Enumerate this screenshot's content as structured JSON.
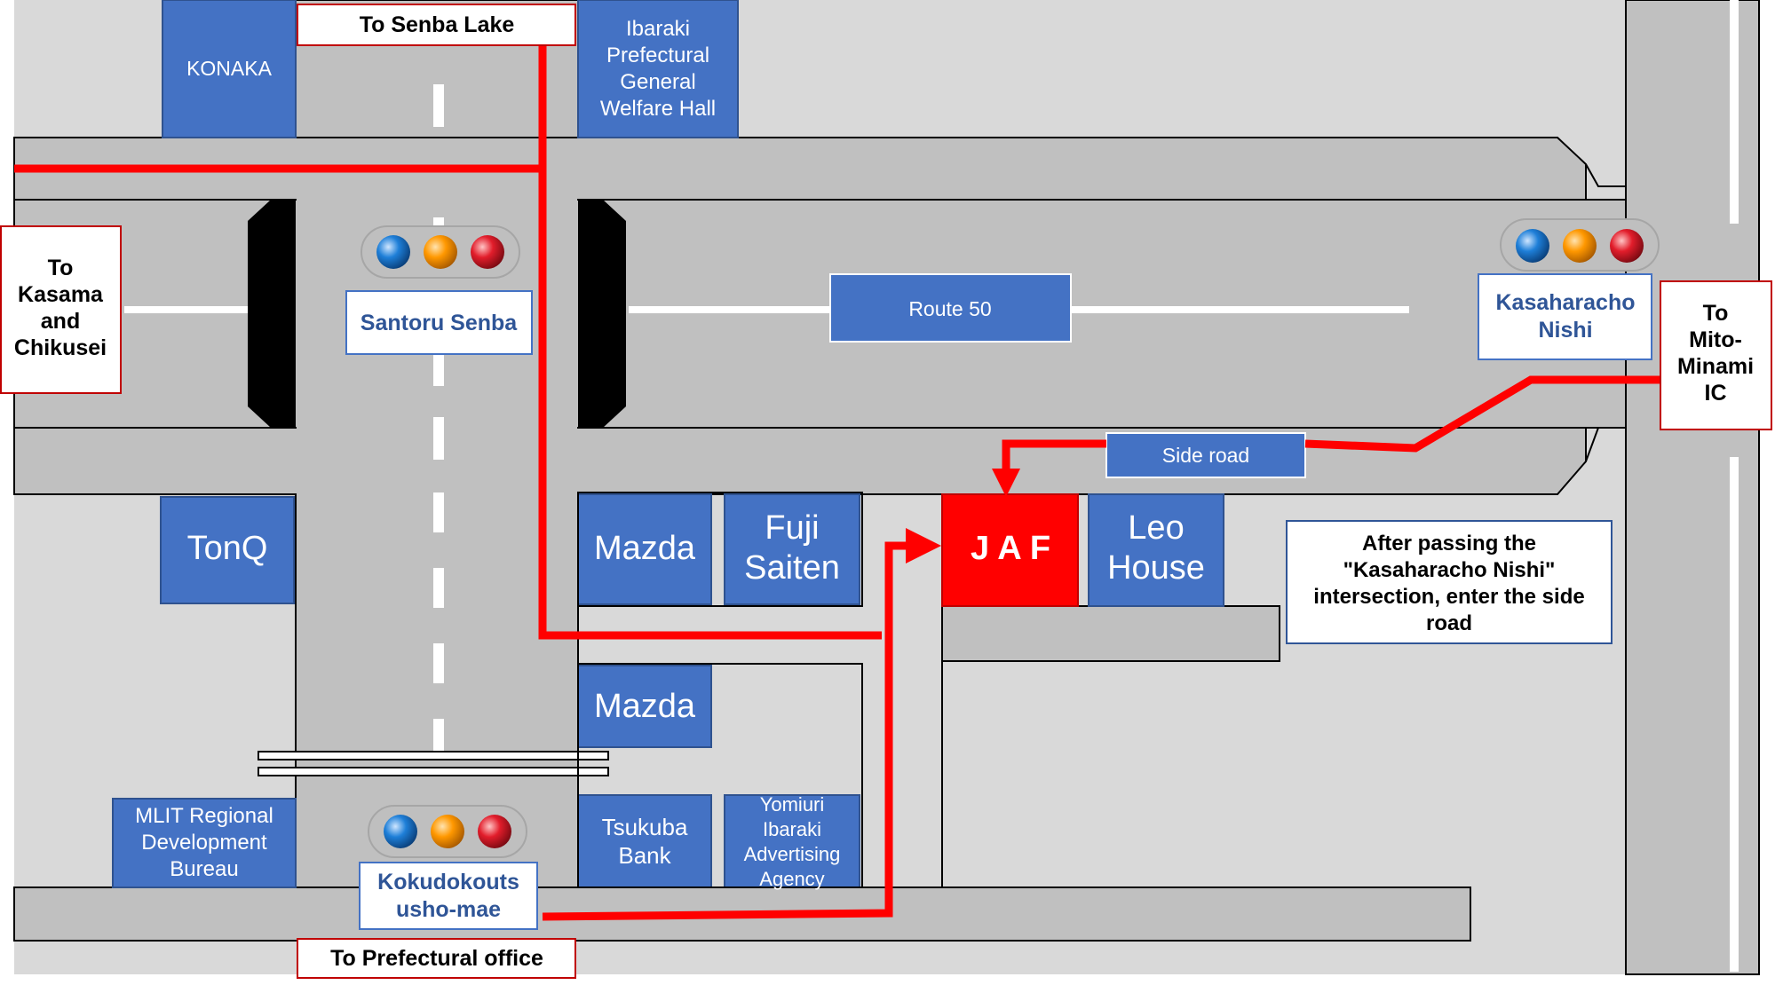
{
  "directions": {
    "north": "To Senba Lake",
    "west": "To Kasama and Chikusei",
    "east": "To Mito-Minami IC",
    "south": "To Prefectural office"
  },
  "roads": {
    "main": "Route 50",
    "side": "Side road"
  },
  "intersections": {
    "north_west": "Santoru Senba",
    "east": "Kasaharacho Nishi",
    "south": "Kokudokoutsusho-mae"
  },
  "buildings": {
    "konaka": "KONAKA",
    "welfare": "Ibaraki Prefectural General Welfare Hall",
    "tonq": "TonQ",
    "mazda_top": "Mazda",
    "fuji": "Fuji Saiten",
    "jaf": "J A F",
    "leo": "Leo House",
    "mazda_bottom": "Mazda",
    "mlit": "MLIT Regional Development Bureau",
    "tsukuba": "Tsukuba Bank",
    "yomiuri": "Yomiuri Ibaraki Advertising Agency"
  },
  "note": "After passing the \"Kasaharacho Nishi\" intersection, enter the side road",
  "colors": {
    "building_blue": "#4472C4",
    "road_gray": "#C0C0C0",
    "background_gray": "#D9D9D9",
    "route_red": "#FF0000",
    "jaf_red": "#FF0000",
    "label_blue": "#2F5597"
  }
}
